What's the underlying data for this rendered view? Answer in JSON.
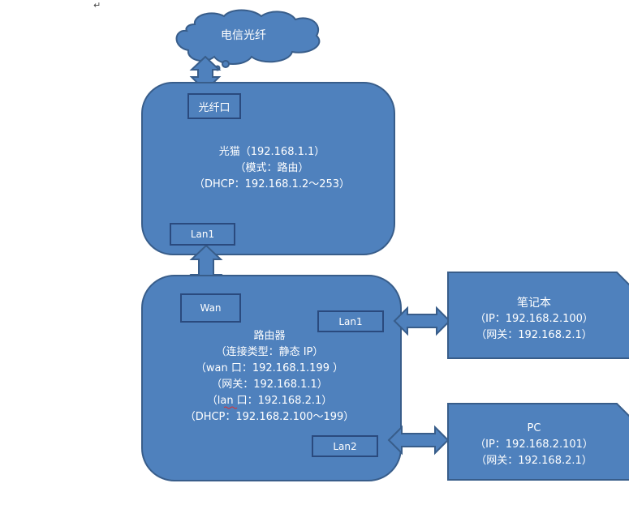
{
  "doc": {
    "return_mark": "↵"
  },
  "cloud": {
    "label": "电信光纤"
  },
  "modem": {
    "port_top": "光纤口",
    "lines": [
      "光猫（192.168.1.1）",
      "（模式：路由）",
      "（DHCP：192.168.1.2～253）"
    ],
    "port_bottom": "Lan1"
  },
  "router": {
    "port_wan": "Wan",
    "port_lan1": "Lan1",
    "port_lan2": "Lan2",
    "lines": [
      "路由器",
      "（连接类型：静态 IP）",
      "（wan 口：192.168.1.199 ）",
      "（网关：192.168.1.1）",
      "（lan 口：192.168.2.1）",
      "（DHCP：192.168.2.100～199）"
    ]
  },
  "laptop": {
    "lines": [
      "笔记本",
      "（IP：192.168.2.100）",
      "（网关：192.168.2.1）"
    ]
  },
  "pc": {
    "lines": [
      "PC",
      "（IP：192.168.2.101）",
      "（网关：192.168.2.1）"
    ]
  },
  "colors": {
    "fill": "#4f81bd",
    "stroke": "#385d8a"
  }
}
